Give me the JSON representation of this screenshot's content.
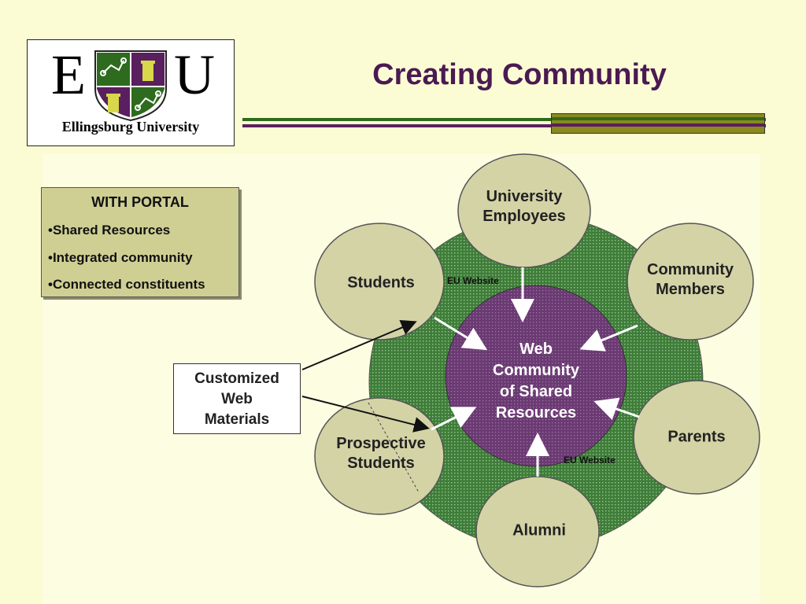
{
  "logo": {
    "letter_left": "E",
    "letter_right": "U",
    "name": "Ellingsburg University",
    "colors": {
      "green": "#2e6b1e",
      "purple": "#5a1f5e",
      "olive": "#8a8a1e"
    }
  },
  "header": {
    "title": "Creating Community"
  },
  "portal_box": {
    "title": "WITH PORTAL",
    "items": [
      "•Shared Resources",
      "•Integrated community",
      "•Connected constituents"
    ]
  },
  "custom_box": {
    "lines": [
      "Customized",
      "Web",
      "Materials"
    ]
  },
  "diagram": {
    "center": {
      "lines": [
        "Web",
        "Community",
        "of Shared",
        "Resources"
      ]
    },
    "nodes": {
      "employees": {
        "lines": [
          "University",
          "Employees"
        ]
      },
      "community_members": {
        "lines": [
          "Community",
          "Members"
        ]
      },
      "parents": {
        "lines": [
          "Parents"
        ]
      },
      "alumni": {
        "lines": [
          "Alumni"
        ]
      },
      "prospective_students": {
        "lines": [
          "Prospective",
          "Students"
        ]
      },
      "students": {
        "lines": [
          "Students"
        ]
      }
    },
    "site_labels": [
      "EU Website",
      "EU Website"
    ],
    "colors": {
      "ring": "#3e7e38",
      "center": "#6b3a73",
      "node": "#d3d3a6",
      "node_border": "#555555"
    }
  }
}
